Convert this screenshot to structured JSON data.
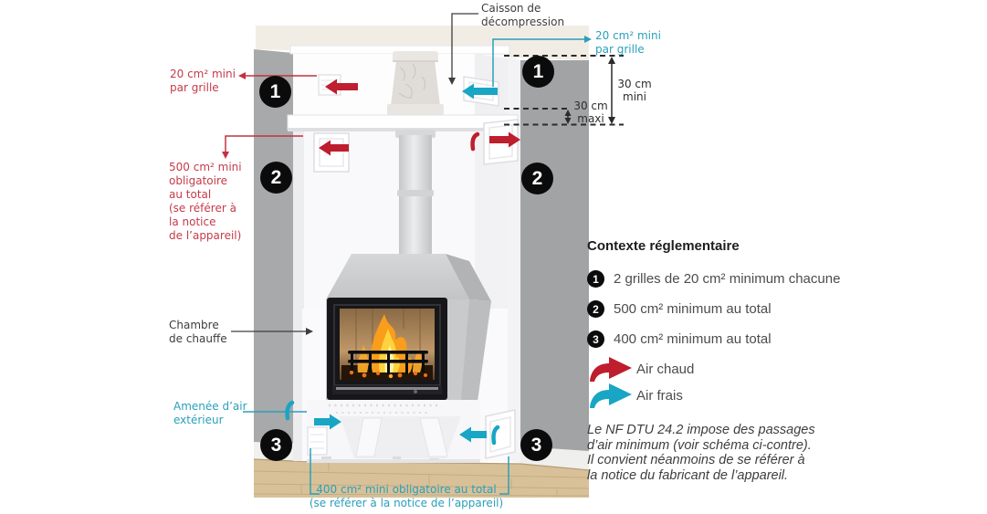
{
  "colors": {
    "hot_air_red": "#be1e2d",
    "fresh_air_teal": "#18a6c4",
    "red_text": "#c43b49",
    "teal_text": "#2a9fba",
    "badge_black": "#0b0b0b",
    "wall_gray": "#a7a9ab",
    "floor_wood": "#d8c199",
    "fire_orange": "#f99d1c"
  },
  "callouts": {
    "caisson": "Caisson de\ndécompression",
    "grille_top_right": "20 cm² mini\npar grille",
    "grille_left": "20 cm² mini\npar grille",
    "total_500": "500 cm² mini\nobligatoire\nau total\n(se référer à\nla notice\nde l’appareil)",
    "chambre": "Chambre\nde chauffe",
    "amenee": "Amenée d’air\nextérieur",
    "total_400": "400 cm² mini obligatoire au total\n(se référer à la notice de l’appareil)",
    "dim_mini": "30 cm\nmini",
    "dim_maxi": "30 cm\nmaxi"
  },
  "badges": [
    "1",
    "1",
    "2",
    "2",
    "3",
    "3"
  ],
  "legend": {
    "title": "Contexte réglementaire",
    "items": [
      {
        "num": "1",
        "text": "2 grilles de 20 cm² minimum chacune"
      },
      {
        "num": "2",
        "text": "500 cm² minimum au total"
      },
      {
        "num": "3",
        "text": "400 cm² minimum au total"
      }
    ],
    "air_chaud": "Air chaud",
    "air_frais": "Air frais",
    "note": "Le NF DTU 24.2 impose des passages\nd’air minimum (voir schéma ci-contre).\nIl convient néanmoins de se référer à\nla notice du fabricant de l’appareil."
  }
}
